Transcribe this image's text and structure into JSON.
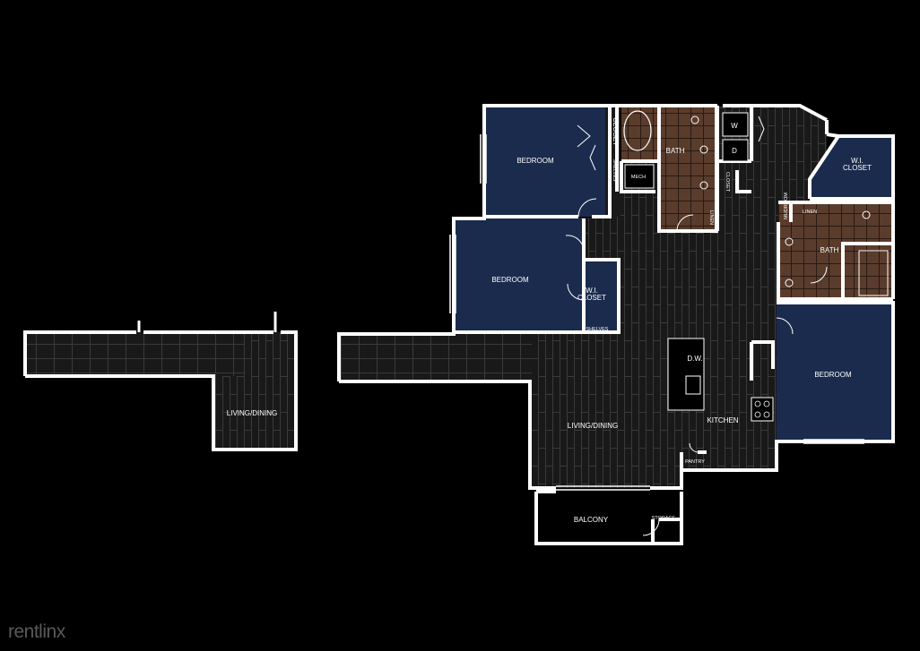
{
  "colors": {
    "background": "#000000",
    "floor": "#191919",
    "plank_line": "#3a3a3a",
    "bedroom": "#1b2b4d",
    "bath_tile": "#5a3c2c",
    "wall": "#ffffff"
  },
  "rooms": {
    "bedroom_top": "BEDROOM",
    "closet_top": "CLOSET",
    "shelves_top": "SHELVES",
    "bath_top": "BATH",
    "mech": "MECH",
    "washer": "W",
    "dryer": "D",
    "closet_small": "CLOSET",
    "linen_top": "LINEN",
    "wi_closet_right": "W.I.\nCLOSET",
    "mudroom": "MUDROOM",
    "linen_right": "LINEN",
    "bath_right": "BATH",
    "bedroom_mid": "BEDROOM",
    "wi_closet_mid": "W.I.\nCLOSET",
    "shelves_mid": "SHELVES",
    "dw": "D.W.",
    "kitchen": "KITCHEN",
    "pantry": "PANTRY",
    "bedroom_right": "BEDROOM",
    "living_dining_main": "LIVING/DINING",
    "balcony": "BALCONY",
    "storage": "STORAGE",
    "living_dining_left": "LIVING/DINING"
  },
  "watermark": "rentlinx"
}
